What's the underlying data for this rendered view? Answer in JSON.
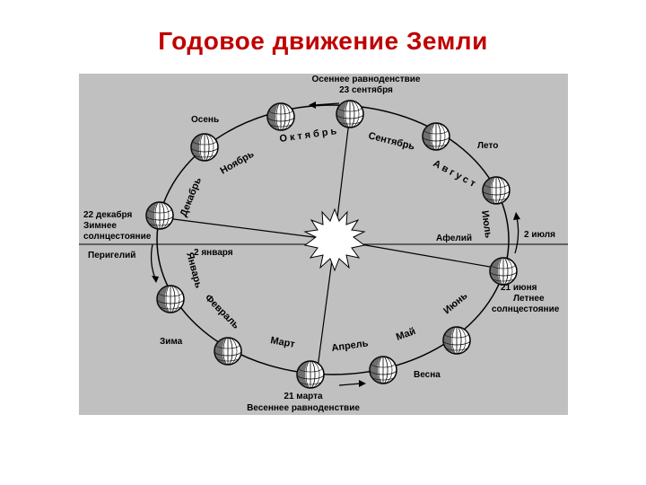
{
  "title": "Годовое движение Земли",
  "labels": {
    "autumn_equinox_1": "Осеннее равноденствие",
    "autumn_equinox_2": "23 сентября",
    "autumn": "Осень",
    "summer": "Лето",
    "winter_solstice_1": "22 декабря",
    "winter_solstice_2": "Зимнее",
    "winter_solstice_3": "солнцестояние",
    "perihelion": "Перигелий",
    "jan2": "2 января",
    "aphelion": "Афелий",
    "jul2": "2 июля",
    "summer_solstice_1": "21 июня",
    "summer_solstice_2": "Летнее",
    "summer_solstice_3": "солнцестояние",
    "winter": "Зима",
    "spring": "Весна",
    "spring_equinox_1": "21 марта",
    "spring_equinox_2": "Весеннее равноденствие"
  },
  "months": {
    "oct": "Октябрь",
    "sep": "Сентябрь",
    "nov": "Ноябрь",
    "aug": "Август",
    "dec": "Декабрь",
    "jul": "Июль",
    "jan": "Январь",
    "jun": "Июнь",
    "feb": "Февраль",
    "may": "Май",
    "mar": "Март",
    "apr": "Апрель"
  },
  "colors": {
    "title": "#c00000",
    "panel": "#c0c0c0"
  }
}
